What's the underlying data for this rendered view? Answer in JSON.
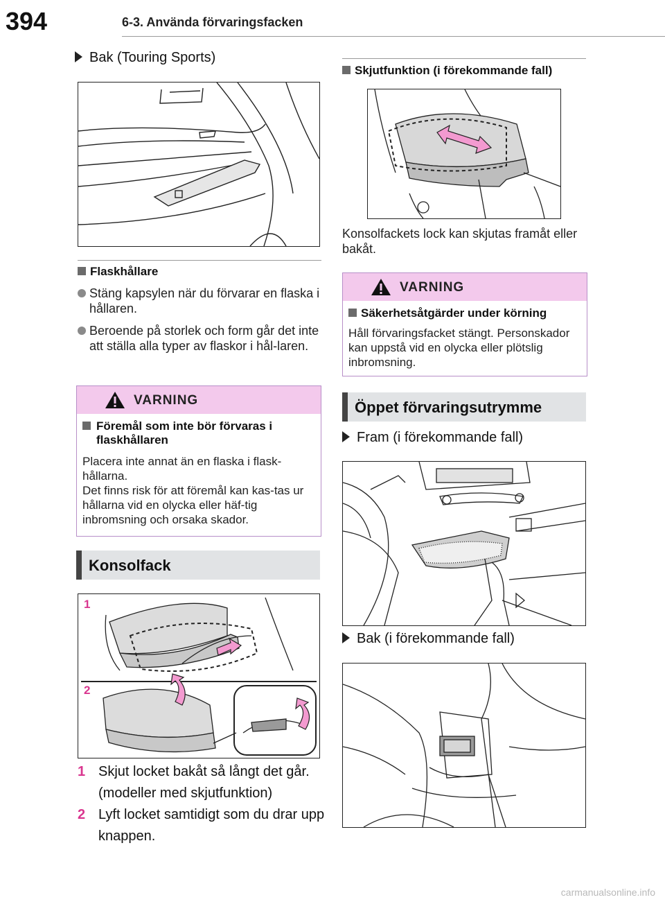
{
  "header": {
    "page_number": "394",
    "chapter": "6-3. Använda förvaringsfacken"
  },
  "left": {
    "rear_label": "Bak (Touring Sports)",
    "bottle_holder": {
      "heading": "Flaskhållare",
      "bullets": [
        "Stäng kapsylen när du förvarar en flaska i hållaren.",
        "Beroende på storlek och form går det inte att ställa alla typer av flaskor i hål-laren."
      ]
    },
    "warning": {
      "title": "VARNING",
      "subheading": "Föremål som inte bör förvaras i flaskhållaren",
      "body_lines": [
        "Placera inte annat än en flaska i flask-hållarna.",
        "Det finns risk för att föremål kan kas-tas ur hållarna vid en olycka eller häf-tig inbromsning och orsaka skador."
      ]
    },
    "console": {
      "section_title": "Konsolfack",
      "figure_labels": [
        "1",
        "2"
      ],
      "steps": [
        {
          "num": "1",
          "text": "Skjut locket bakåt så långt det går. (modeller med skjutfunktion)"
        },
        {
          "num": "2",
          "text": "Lyft locket samtidigt som du drar upp knappen."
        }
      ]
    }
  },
  "right": {
    "slide": {
      "heading": "Skjutfunktion (i förekommande fall)",
      "caption": "Konsolfackets lock kan skjutas framåt eller bakåt."
    },
    "warning": {
      "title": "VARNING",
      "subheading": "Säkerhetsåtgärder under körning",
      "body": "Håll förvaringsfacket stängt. Personskador kan uppstå vid en olycka eller plötslig inbromsning."
    },
    "open_storage": {
      "section_title": "Öppet förvaringsutrymme",
      "front_label": "Fram (i förekommande fall)",
      "rear_label": "Bak (i förekommande fall)"
    }
  },
  "footer": {
    "url": "carmanualsonline.info"
  },
  "colors": {
    "warning_header": "#f3c9ec",
    "warning_border": "#b78ec8",
    "accent": "#d9368f",
    "section_bg": "#e1e3e5"
  }
}
